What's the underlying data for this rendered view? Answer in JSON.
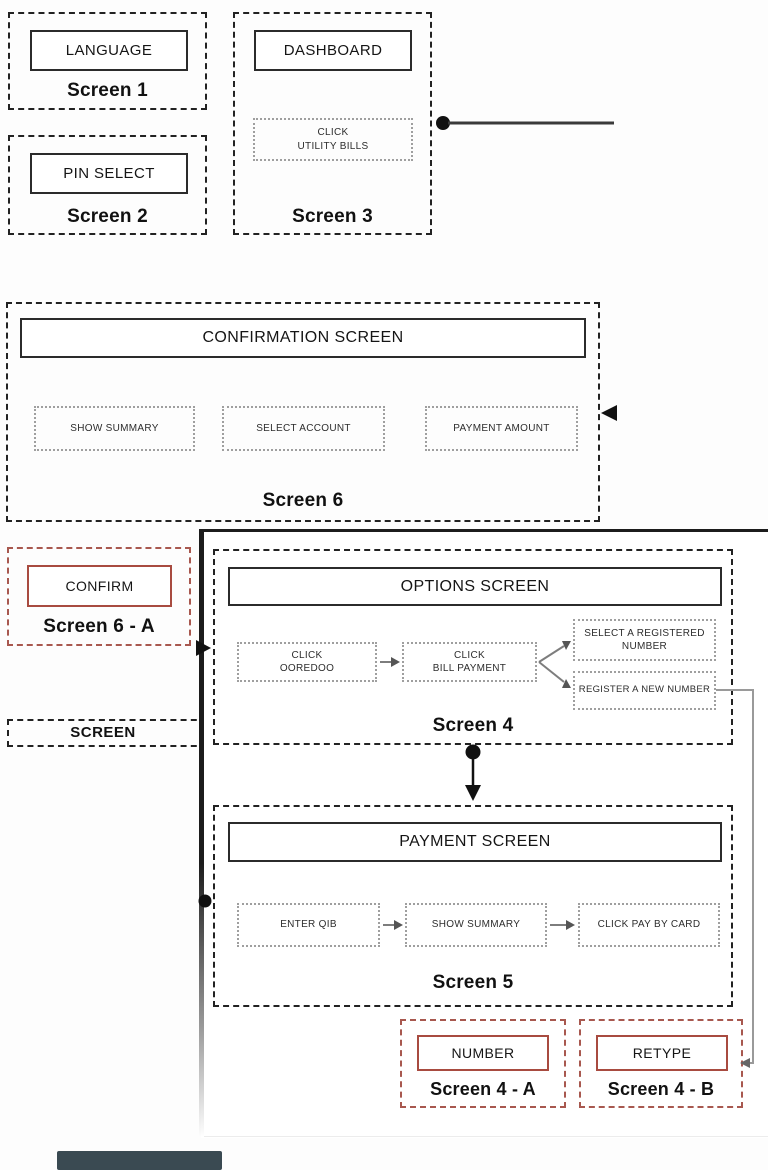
{
  "palette": {
    "line_black": "#2b2b2b",
    "line_gray": "#8a8a8a",
    "red_border": "#a84b40",
    "red_dash": "#a8584f",
    "caption_bar": "#3a4a52"
  },
  "screen1": {
    "box": "LANGUAGE",
    "label": "Screen 1"
  },
  "screen2": {
    "box": "PIN SELECT",
    "label": "Screen 2"
  },
  "screen3": {
    "box": "DASHBOARD",
    "action": "CLICK\nUTILITY BILLS",
    "label": "Screen 3"
  },
  "screen6": {
    "box": "CONFIRMATION SCREEN",
    "steps": [
      "SHOW SUMMARY",
      "SELECT ACCOUNT",
      "PAYMENT AMOUNT"
    ],
    "label": "Screen 6"
  },
  "screen6a": {
    "box": "CONFIRM",
    "label": "Screen 6 - A"
  },
  "screen_partial": {
    "label": "SCREEN"
  },
  "screen4": {
    "box": "OPTIONS SCREEN",
    "step1": "CLICK\nOOREDOO",
    "step2": "CLICK\nBILL PAYMENT",
    "branch1": "SELECT A REGISTERED\nNUMBER",
    "branch2": "REGISTER A NEW NUMBER",
    "label": "Screen 4"
  },
  "screen5": {
    "box": "PAYMENT SCREEN",
    "steps": [
      "ENTER QIB",
      "SHOW SUMMARY",
      "CLICK PAY BY CARD"
    ],
    "label": "Screen 5"
  },
  "screen4a": {
    "box": "NUMBER",
    "label": "Screen 4 - A"
  },
  "screen4b": {
    "box": "RETYPE",
    "label": "Screen 4 - B"
  }
}
